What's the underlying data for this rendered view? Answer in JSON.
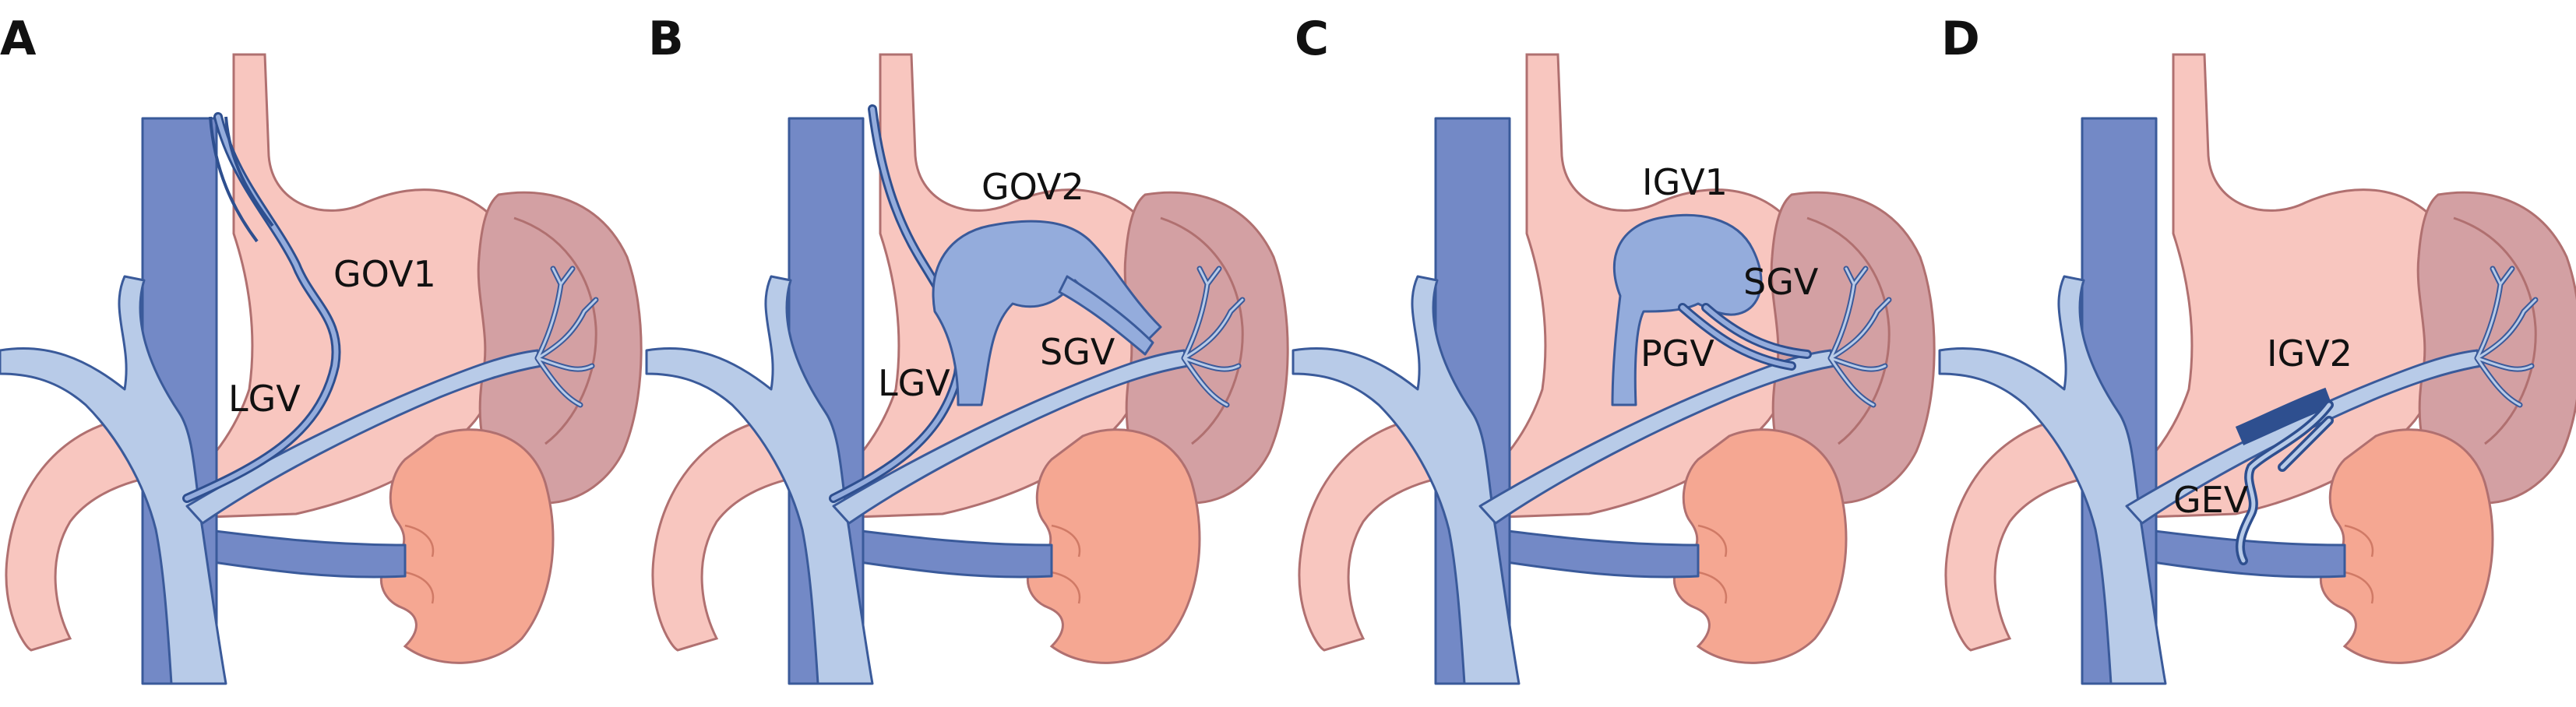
{
  "colors": {
    "stomach": "#f8c6bf",
    "spleen": "#d3a0a3",
    "kidney": "#f5a792",
    "ivc": "#7389c6",
    "portal": "#b8cbe8",
    "varix": "#94acdc",
    "dark_vein": "#2e4f8f",
    "outline": "#3a5a9a"
  },
  "panels": [
    {
      "letter": "A",
      "labels": [
        "GOV1",
        "LGV"
      ]
    },
    {
      "letter": "B",
      "labels": [
        "GOV2",
        "LGV",
        "SGV"
      ]
    },
    {
      "letter": "C",
      "labels": [
        "IGV1",
        "SGV",
        "PGV"
      ]
    },
    {
      "letter": "D",
      "labels": [
        "IGV2",
        "GEV"
      ]
    }
  ]
}
